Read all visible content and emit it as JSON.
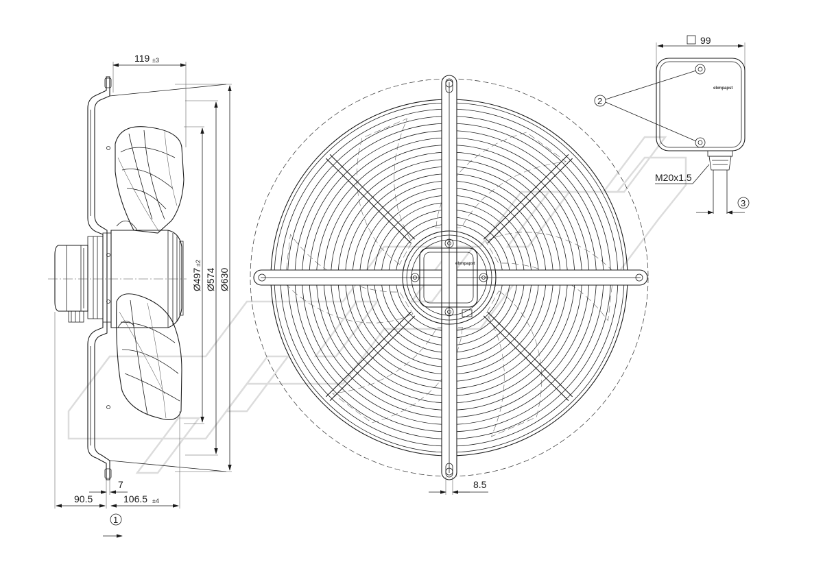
{
  "side_view": {
    "dim_depth_top": "119",
    "dim_depth_top_tol": "±3",
    "dim_d1": "Ø497",
    "dim_d1_tol": "±2",
    "dim_d2": "Ø574",
    "dim_d3": "Ø630",
    "dim_motor_offset": "90.5",
    "dim_flange": "7",
    "dim_depth_bottom": "106.5",
    "dim_depth_bottom_tol": "±4"
  },
  "front_view": {
    "dim_mount_width": "8.5",
    "hub_logo": "ebmpapst"
  },
  "terminal_box": {
    "dim_square": "99",
    "cable_gland": "M20x1.5",
    "logo": "ebmpapst"
  },
  "callouts": [
    "1",
    "2",
    "3"
  ],
  "icons": {
    "square_symbol": "square-dimension-icon",
    "airflow_arrow": "airflow-arrow-icon",
    "watermark": "watermark-logo"
  }
}
